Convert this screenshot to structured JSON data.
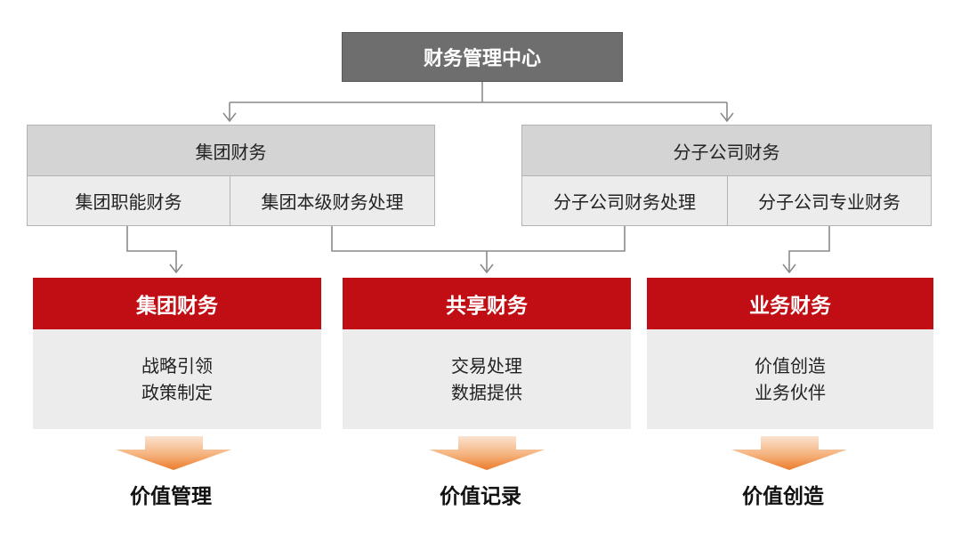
{
  "center": {
    "title": "财务管理中心"
  },
  "group_finance": {
    "title": "集团财务",
    "cells": [
      "集团职能财务",
      "集团本级财务处理"
    ]
  },
  "subsidiary_finance": {
    "title": "分子公司财务",
    "cells": [
      "分子公司财务处理",
      "分子公司专业财务"
    ]
  },
  "pillars": [
    {
      "title": "集团财务",
      "lines": [
        "战略引领",
        "政策制定"
      ],
      "value": "价值管理"
    },
    {
      "title": "共享财务",
      "lines": [
        "交易处理",
        "数据提供"
      ],
      "value": "价值记录"
    },
    {
      "title": "业务财务",
      "lines": [
        "价值创造",
        "业务伙伴"
      ],
      "value": "价值创造"
    }
  ],
  "colors": {
    "accent_red": "#c10d14",
    "header_grey": "#6e6e6e",
    "arrow_orange": "#ef8a3c"
  }
}
